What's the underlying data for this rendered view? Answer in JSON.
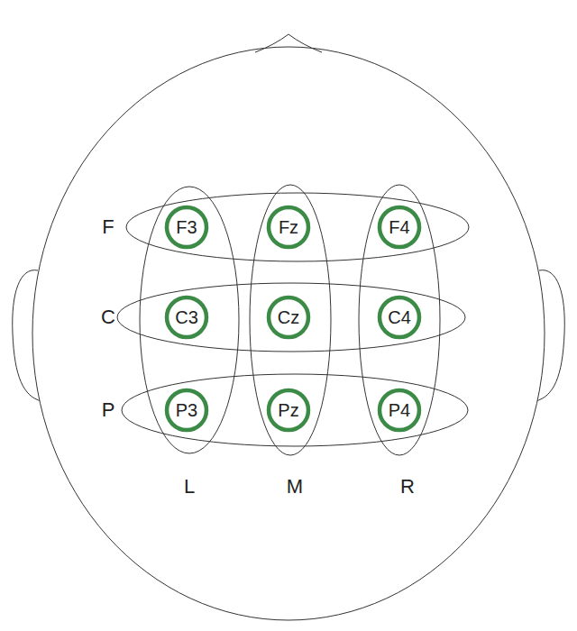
{
  "diagram": {
    "nodes": [
      {
        "text": [
          "F3"
        ]
      },
      {
        "text": [
          "Fz"
        ]
      },
      {
        "text": [
          "F4"
        ]
      },
      {
        "text": [
          "C3"
        ]
      },
      {
        "text": [
          "Cz"
        ]
      },
      {
        "text": [
          "C4"
        ]
      },
      {
        "text": [
          "P3"
        ]
      },
      {
        "text": [
          "Pz"
        ]
      },
      {
        "text": [
          "P4"
        ]
      }
    ],
    "labels": [
      "F",
      "C",
      "P",
      "L",
      "M",
      "R"
    ]
  }
}
